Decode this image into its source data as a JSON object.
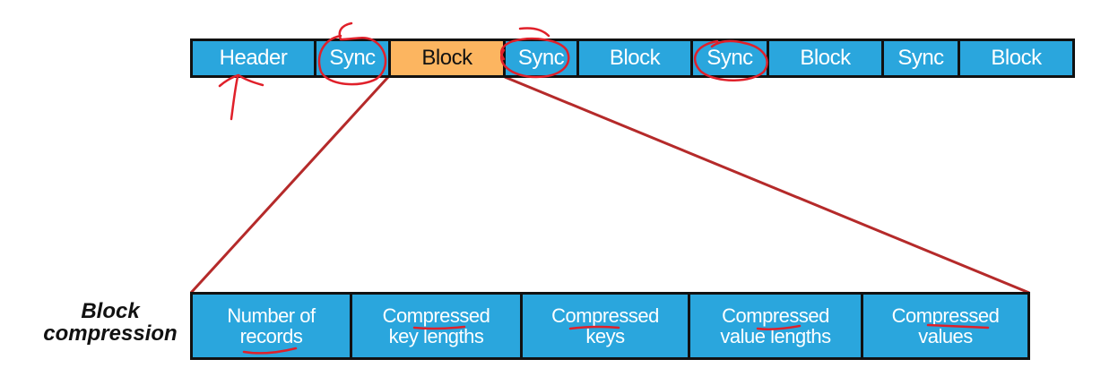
{
  "top_segments": [
    {
      "label": "Header",
      "highlight": false
    },
    {
      "label": "Sync",
      "highlight": false
    },
    {
      "label": "Block",
      "highlight": true
    },
    {
      "label": "Sync",
      "highlight": false
    },
    {
      "label": "Block",
      "highlight": false
    },
    {
      "label": "Sync",
      "highlight": false
    },
    {
      "label": "Block",
      "highlight": false
    },
    {
      "label": "Sync",
      "highlight": false
    },
    {
      "label": "Block",
      "highlight": false
    }
  ],
  "block_label": {
    "line1": "Block",
    "line2": "compression"
  },
  "bottom_segments": [
    {
      "line1": "Number of",
      "line2": "records"
    },
    {
      "line1": "Compressed",
      "line2": "key lengths"
    },
    {
      "line1": "Compressed",
      "line2": "keys"
    },
    {
      "line1": "Compressed",
      "line2": "value lengths"
    },
    {
      "line1": "Compressed",
      "line2": "values"
    }
  ],
  "colors": {
    "segment": "#2aa6dd",
    "highlight": "#fcb560",
    "connector": "#b52a2a",
    "annotation": "#e0202a"
  }
}
